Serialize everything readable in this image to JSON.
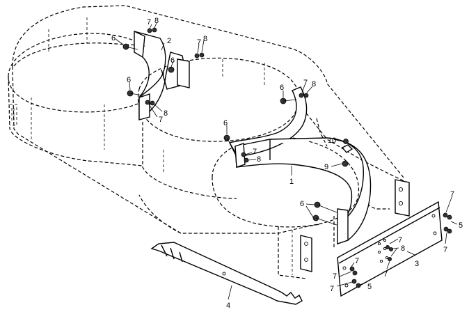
{
  "callouts": [
    {
      "id": "c-7a",
      "text": "7"
    },
    {
      "id": "c-8a",
      "text": "8"
    },
    {
      "id": "c-6a",
      "text": "6"
    },
    {
      "id": "c-2",
      "text": "2"
    },
    {
      "id": "c-7b",
      "text": "7"
    },
    {
      "id": "c-8b",
      "text": "8"
    },
    {
      "id": "c-6b",
      "text": "6"
    },
    {
      "id": "c-6c",
      "text": "6"
    },
    {
      "id": "c-8c",
      "text": "8"
    },
    {
      "id": "c-7c",
      "text": "7"
    },
    {
      "id": "c-6d",
      "text": "6"
    },
    {
      "id": "c-7d",
      "text": "7"
    },
    {
      "id": "c-8d",
      "text": "8"
    },
    {
      "id": "c-6e",
      "text": "6"
    },
    {
      "id": "c-7e",
      "text": "7"
    },
    {
      "id": "c-8e",
      "text": "8"
    },
    {
      "id": "c-10",
      "text": "10"
    },
    {
      "id": "c-9",
      "text": "9"
    },
    {
      "id": "c-1",
      "text": "1"
    },
    {
      "id": "c-6f",
      "text": "6"
    },
    {
      "id": "c-7f",
      "text": "7"
    },
    {
      "id": "c-5a",
      "text": "5"
    },
    {
      "id": "c-7g",
      "text": "7"
    },
    {
      "id": "c-7h",
      "text": "7"
    },
    {
      "id": "c-8f",
      "text": "8"
    },
    {
      "id": "c-7i",
      "text": "7"
    },
    {
      "id": "c-3",
      "text": "3"
    },
    {
      "id": "c-7j",
      "text": "7"
    },
    {
      "id": "c-7k",
      "text": "7"
    },
    {
      "id": "c-7l",
      "text": "7"
    },
    {
      "id": "c-5b",
      "text": "5"
    },
    {
      "id": "c-4",
      "text": "4"
    }
  ]
}
